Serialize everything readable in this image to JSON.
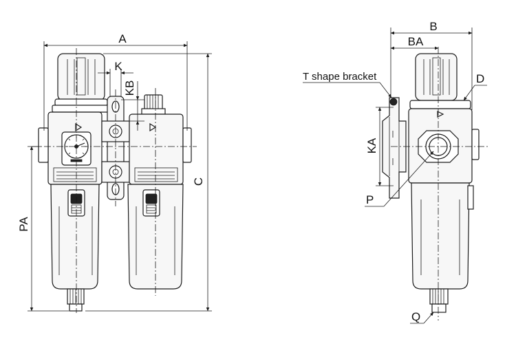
{
  "labels": {
    "A": "A",
    "B": "B",
    "BA": "BA",
    "C": "C",
    "D": "D",
    "K": "K",
    "KA": "KA",
    "KB": "KB",
    "P": "P",
    "PA": "PA",
    "Q": "Q",
    "t_bracket": "T shape bracket"
  }
}
